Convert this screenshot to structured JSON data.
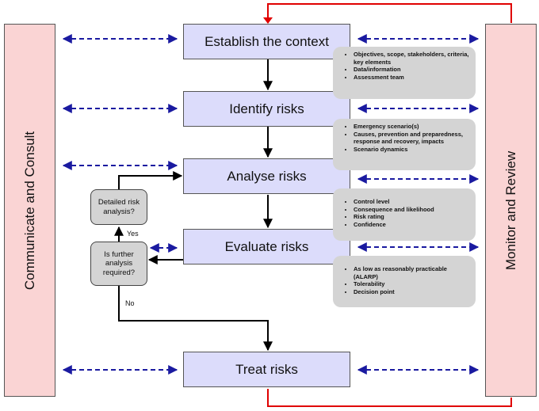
{
  "left_panel": {
    "label": "Communicate and Consult"
  },
  "right_panel": {
    "label": "Monitor and Review"
  },
  "steps": [
    {
      "label": "Establish the context"
    },
    {
      "label": "Identify risks"
    },
    {
      "label": "Analyse risks"
    },
    {
      "label": "Evaluate risks"
    },
    {
      "label": "Treat risks"
    }
  ],
  "notes": [
    {
      "items": [
        "Objectives, scope, stakeholders, criteria, key elements",
        "Data/information",
        "Assessment team"
      ]
    },
    {
      "items": [
        "Emergency scenario(s)",
        "Causes, prevention and preparedness, response and recovery, impacts",
        "Scenario dynamics"
      ]
    },
    {
      "items": [
        "Control level",
        "Consequence and likelihood",
        "Risk rating",
        "Confidence"
      ]
    },
    {
      "items": [
        "As low as reasonably practicable (ALARP)",
        "Tolerability",
        "Decision point"
      ]
    }
  ],
  "decisions": {
    "detailed": {
      "label": "Detailed risk analysis?"
    },
    "further": {
      "label": "Is further analysis required?"
    }
  },
  "branches": {
    "yes": "Yes",
    "no": "No"
  },
  "colors": {
    "panel_fill": "#fad4d4",
    "step_fill": "#dcdcfb",
    "note_fill": "#d4d4d4",
    "dashed_arrow": "#1a1aa0",
    "feedback_line": "#e00000"
  }
}
